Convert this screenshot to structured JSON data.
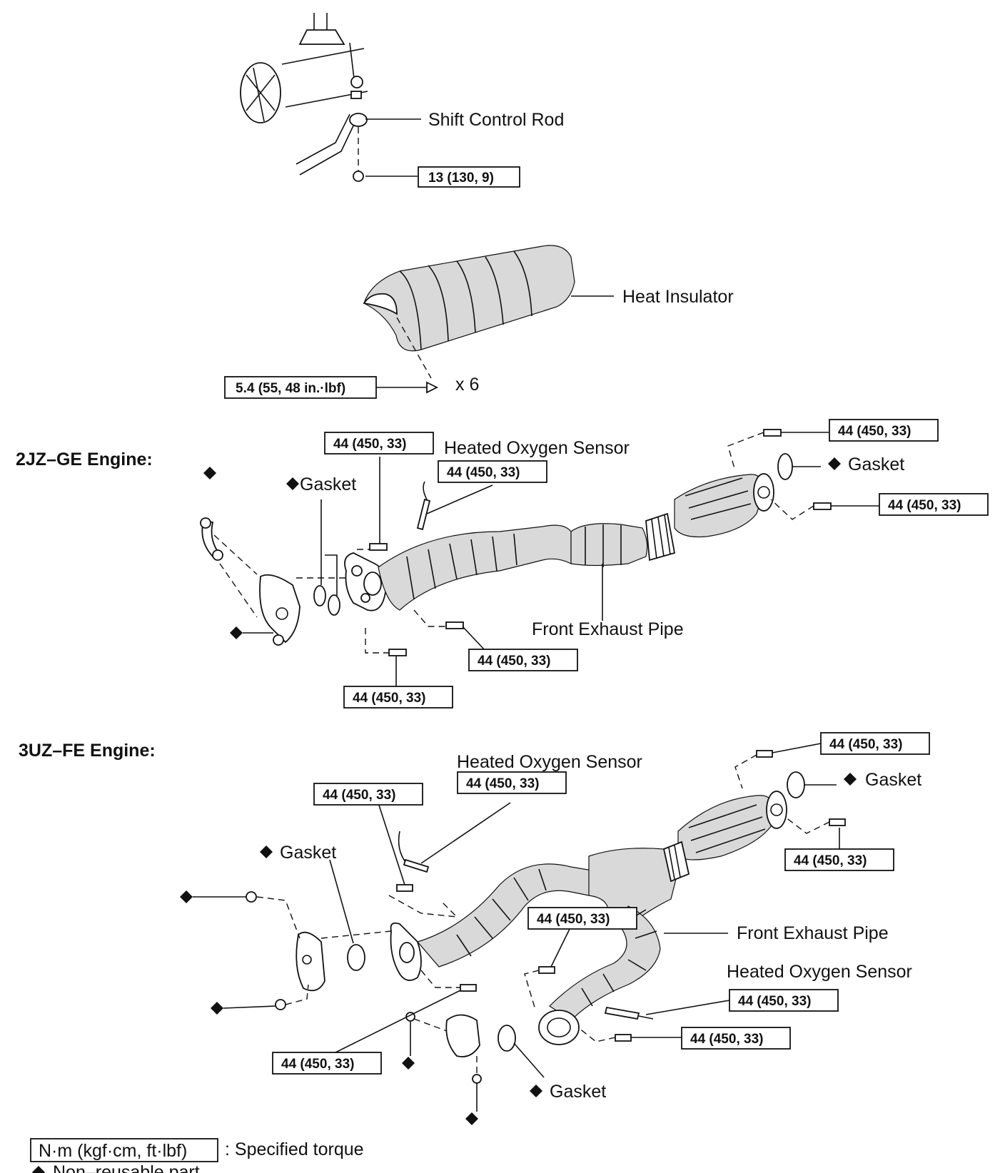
{
  "colors": {
    "ink": "#111111",
    "paper": "#ffffff",
    "part_shade": "#d9d9d9"
  },
  "labels": {
    "shift_control_rod": "Shift Control Rod",
    "heat_insulator": "Heat Insulator",
    "qty_x6": "x 6",
    "heated_oxygen_sensor": "Heated Oxygen Sensor",
    "gasket": "Gasket",
    "front_exhaust_pipe": "Front Exhaust Pipe"
  },
  "sections": {
    "engine_2jz": "2JZ–GE Engine:",
    "engine_3uz": "3UZ–FE Engine:"
  },
  "torque": {
    "shift_rod_nut": "13 (130, 9)",
    "insulator_bolt": "5.4 (55, 48 in.·lbf)",
    "flange_bolt": "44 (450, 33)"
  },
  "legend": {
    "torque_unit": "N·m (kgf·cm, ft·lbf)",
    "torque_desc": ": Specified torque",
    "non_reusable": "Non–reusable part",
    "corner_mark": "N"
  },
  "icons": [
    "non-reusable-diamond-icon"
  ]
}
